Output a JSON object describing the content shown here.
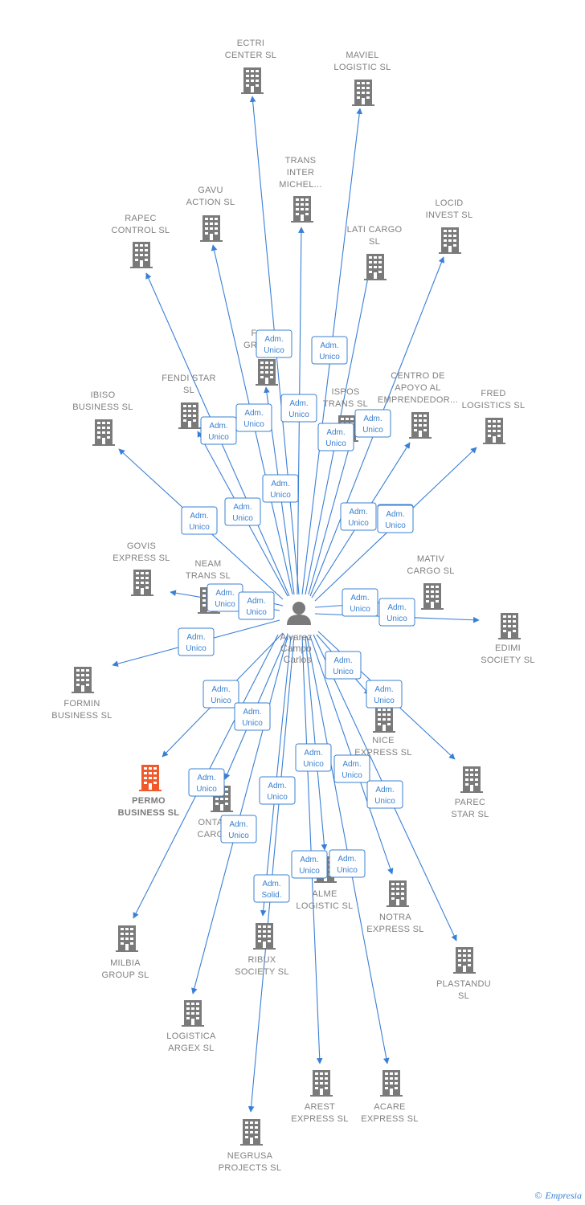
{
  "center": {
    "name_lines": [
      "Alvarez",
      "Campo",
      "Carlos"
    ]
  },
  "footer": {
    "copyright": "©",
    "brand": "Empresia"
  },
  "nodes": [
    {
      "id": "ectri",
      "lines": [
        "ECTRI",
        "CENTER  SL"
      ],
      "icon": "building-icon"
    },
    {
      "id": "maviel",
      "lines": [
        "MAVIEL",
        "LOGISTIC  SL"
      ],
      "icon": "building-icon"
    },
    {
      "id": "trans-inter",
      "lines": [
        "TRANS",
        "INTER",
        "MICHEL..."
      ],
      "icon": "building-icon"
    },
    {
      "id": "gavu",
      "lines": [
        "GAVU",
        "ACTION  SL"
      ],
      "icon": "building-icon"
    },
    {
      "id": "locid",
      "lines": [
        "LOCID",
        "INVEST  SL"
      ],
      "icon": "building-icon"
    },
    {
      "id": "rapec",
      "lines": [
        "RAPEC",
        "CONTROL  SL"
      ],
      "icon": "building-icon"
    },
    {
      "id": "lati",
      "lines": [
        "LATI CARGO",
        "SL"
      ],
      "icon": "building-icon"
    },
    {
      "id": "f-gro",
      "lines": [
        "F",
        "GRO"
      ],
      "icon": "building-icon"
    },
    {
      "id": "fendi",
      "lines": [
        "FENDI STAR",
        "SL"
      ],
      "icon": "building-icon"
    },
    {
      "id": "ispos",
      "lines": [
        "ISPOS",
        "TRANS  SL"
      ],
      "icon": "building-icon"
    },
    {
      "id": "centro",
      "lines": [
        "CENTRO DE",
        "APOYO AL",
        "EMPRENDEDOR..."
      ],
      "icon": "building-icon"
    },
    {
      "id": "ibiso",
      "lines": [
        "IBISO",
        "BUSINESS  SL"
      ],
      "icon": "building-icon"
    },
    {
      "id": "fred",
      "lines": [
        "FRED",
        "LOGISTICS  SL"
      ],
      "icon": "building-icon"
    },
    {
      "id": "govis",
      "lines": [
        "GOVIS",
        "EXPRESS  SL"
      ],
      "icon": "building-icon"
    },
    {
      "id": "neam",
      "lines": [
        "NEAM",
        "TRANS  SL"
      ],
      "icon": "building-icon"
    },
    {
      "id": "mativ",
      "lines": [
        "MATIV",
        "CARGO  SL"
      ],
      "icon": "building-icon"
    },
    {
      "id": "edimi",
      "lines": [
        "EDIMI",
        "SOCIETY  SL"
      ],
      "icon": "building-icon"
    },
    {
      "id": "formin",
      "lines": [
        "FORMIN",
        "BUSINESS  SL"
      ],
      "icon": "building-icon"
    },
    {
      "id": "nice",
      "lines": [
        "NICE",
        "EXPRESS  SL"
      ],
      "icon": "building-icon"
    },
    {
      "id": "permo",
      "lines": [
        "PERMO",
        "BUSINESS  SL"
      ],
      "icon": "building-icon",
      "highlight": true
    },
    {
      "id": "onta",
      "lines": [
        "ONTA",
        "CARG"
      ],
      "icon": "building-icon"
    },
    {
      "id": "parec",
      "lines": [
        "PAREC",
        "STAR  SL"
      ],
      "icon": "building-icon"
    },
    {
      "id": "alme",
      "lines": [
        "ALME",
        "LOGISTIC  SL"
      ],
      "icon": "building-icon"
    },
    {
      "id": "notra",
      "lines": [
        "NOTRA",
        "EXPRESS  SL"
      ],
      "icon": "building-icon"
    },
    {
      "id": "milbia",
      "lines": [
        "MILBIA",
        "GROUP  SL"
      ],
      "icon": "building-icon"
    },
    {
      "id": "ribux",
      "lines": [
        "RIBUX",
        "SOCIETY  SL"
      ],
      "icon": "building-icon"
    },
    {
      "id": "plastandu",
      "lines": [
        "PLASTANDU",
        "SL"
      ],
      "icon": "building-icon"
    },
    {
      "id": "logistica",
      "lines": [
        "LOGISTICA",
        "ARGEX  SL"
      ],
      "icon": "building-icon"
    },
    {
      "id": "arest",
      "lines": [
        "AREST",
        "EXPRESS  SL"
      ],
      "icon": "building-icon"
    },
    {
      "id": "acare",
      "lines": [
        "ACARE",
        "EXPRESS  SL"
      ],
      "icon": "building-icon"
    },
    {
      "id": "negrusa",
      "lines": [
        "NEGRUSA",
        "PROJECTS  SL"
      ],
      "icon": "building-icon"
    }
  ],
  "edges": [
    {
      "id": "e-ectri",
      "lines": [
        "Adm.",
        "Unico"
      ]
    },
    {
      "id": "e-maviel",
      "lines": [
        "Adm.",
        "Unico"
      ]
    },
    {
      "id": "e-trans",
      "lines": [
        "Adm.",
        "Unico"
      ]
    },
    {
      "id": "e-gavu",
      "lines": [
        "Adm.",
        "Unico"
      ]
    },
    {
      "id": "e-lati",
      "lines": [
        "Adm.",
        "Unico"
      ]
    },
    {
      "id": "e-fendi",
      "lines": [
        "Adm.",
        "Unico"
      ]
    },
    {
      "id": "e-ispos",
      "lines": [
        "Adm.",
        "Unico"
      ]
    },
    {
      "id": "e-locid",
      "lines": [
        "Adm.",
        "Unico"
      ]
    },
    {
      "id": "e-fgro",
      "lines": [
        "Adm.",
        "Unico"
      ]
    },
    {
      "id": "e-ibiso",
      "lines": [
        "Adm.",
        "Unico"
      ]
    },
    {
      "id": "e-rapec",
      "lines": [
        "Adm.",
        "Unico"
      ]
    },
    {
      "id": "e-centro",
      "lines": [
        "Adm.",
        "Unico"
      ]
    },
    {
      "id": "e-fred",
      "lines": [
        "Adm.",
        "Unico"
      ]
    },
    {
      "id": "e-neam",
      "lines": [
        "Adm.",
        "Unico"
      ]
    },
    {
      "id": "e-govis",
      "lines": [
        "Adm.",
        "Unico"
      ]
    },
    {
      "id": "e-mativ",
      "lines": [
        "Adm.",
        "Unico"
      ]
    },
    {
      "id": "e-edimi",
      "lines": [
        "Adm.",
        "Unico"
      ]
    },
    {
      "id": "e-formin",
      "lines": [
        "Adm.",
        "Unico"
      ]
    },
    {
      "id": "e-nice",
      "lines": [
        "Adm.",
        "Unico"
      ]
    },
    {
      "id": "e-parec",
      "lines": [
        "Adm.",
        "Unico"
      ]
    },
    {
      "id": "e-permo",
      "lines": [
        "Adm.",
        "Unico"
      ]
    },
    {
      "id": "e-onta",
      "lines": [
        "Adm.",
        "Unico"
      ]
    },
    {
      "id": "e-milbia",
      "lines": [
        "Adm.",
        "Unico"
      ]
    },
    {
      "id": "e-alme",
      "lines": [
        "Adm.",
        "Unico"
      ]
    },
    {
      "id": "e-notra",
      "lines": [
        "Adm.",
        "Unico"
      ]
    },
    {
      "id": "e-plastandu",
      "lines": [
        "Adm.",
        "Unico"
      ]
    },
    {
      "id": "e-logistica",
      "lines": [
        "Adm.",
        "Unico"
      ]
    },
    {
      "id": "e-ribux",
      "lines": [
        "Adm.",
        "Unico"
      ]
    },
    {
      "id": "e-arest",
      "lines": [
        "Adm.",
        "Unico"
      ]
    },
    {
      "id": "e-acare",
      "lines": [
        "Adm.",
        "Unico"
      ]
    },
    {
      "id": "e-negrusa",
      "lines": [
        "Adm.",
        "Solid."
      ]
    }
  ],
  "colors": {
    "edge": "#3a7fd6",
    "node_icon": "#7a7a7a",
    "highlight_icon": "#f05a2a",
    "label": "#808080"
  }
}
